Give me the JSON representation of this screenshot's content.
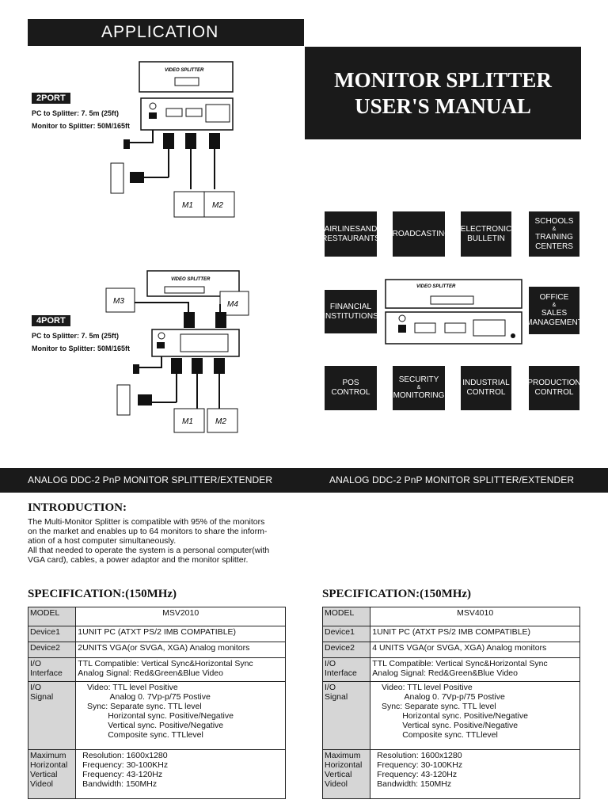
{
  "cover": {
    "application_label": "APPLICATION",
    "title_line1": "MONITOR SPLITTER",
    "title_line2": "USER'S MANUAL",
    "port2": {
      "badge": "2PORT",
      "line1": "PC to Splitter: 7. 5m (25ft)",
      "line2": "Monitor to Splitter: 50M/165ft",
      "monitor_labels": [
        "M1",
        "M2"
      ]
    },
    "port4": {
      "badge": "4PORT",
      "line1": "PC to Splitter: 7. 5m (25ft)",
      "line2": "Monitor to Splitter: 50M/165ft",
      "monitor_labels": [
        "M3",
        "M4",
        "M1",
        "M2"
      ]
    },
    "device_label": "VIDEO SPLITTER",
    "categories": [
      {
        "l1": "AIRLINESAND",
        "l2": "RESTAURANTS"
      },
      {
        "l1": "BROADCASTING"
      },
      {
        "l1": "ELECTRONIC",
        "l2": "BULLETIN"
      },
      {
        "l1": "SCHOOLS",
        "amp": "&",
        "l2": "TRAINING",
        "l3": "CENTERS"
      },
      {
        "l1": "FINANCIAL",
        "l2": "INSTITUTIONS"
      },
      {
        "l1": "OFFICE",
        "amp": "&",
        "l2": "SALES",
        "l3": "MANAGEMENT"
      },
      {
        "l1": "POS",
        "l2": "CONTROL"
      },
      {
        "l1": "SECURITY",
        "amp": "&",
        "l2": "MONITORING"
      },
      {
        "l1": "INDUSTRIAL",
        "l2": "CONTROL"
      },
      {
        "l1": "PRODUCTION",
        "l2": "CONTROL"
      }
    ]
  },
  "band": {
    "left": "ANALOG DDC-2 PnP MONITOR SPLITTER/EXTENDER",
    "right": "ANALOG DDC-2 PnP MONITOR SPLITTER/EXTENDER"
  },
  "intro": {
    "heading": "INTRODUCTION:",
    "lines": [
      "The Multi-Monitor Splitter is compatible with 95% of the monitors",
      "on the market and enables up to 64 monitors to share the inform-",
      "ation of a host computer simultaneously.",
      "All that needed to operate the system is a personal computer(with",
      "VGA card), cables, a power adaptor and the monitor splitter."
    ]
  },
  "spec_left": {
    "heading": "SPECIFICATION:(150MHz)",
    "model_label": "MODEL",
    "model_value": "MSV2010",
    "device1_label": "Device1",
    "device1_value": "1UNIT PC (ATXT PS/2 IMB COMPATIBLE)",
    "device2_label": "Device2",
    "device2_value": "2UNITS VGA(or SVGA, XGA) Analog monitors",
    "io_interface_label": "I/O\nInterface",
    "io_interface_value": "TTL Compatible: Vertical Sync&Horizontal Sync\nAnalog Signal: Red&Green&Blue Video",
    "io_signal_label": "I/O\nSignal",
    "io_signal_value": "    Video: TTL level Positive\n              Analog 0. 7Vp-p/75 Postive\n    Sync: Separate sync. TTL level\n             Horizontal sync. Positive/Negative\n             Vertical sync. Positive/Negative\n             Composite sync. TTLlevel",
    "max_label": "Maximum\nHorizontal\nVertical\nVideol",
    "max_value": "  Resolution: 1600x1280\n  Frequency: 30-100KHz\n  Frequency: 43-120Hz\n  Bandwidth: 150MHz"
  },
  "spec_right": {
    "heading": "SPECIFICATION:(150MHz)",
    "model_label": "MODEL",
    "model_value": "MSV4010",
    "device1_label": "Device1",
    "device1_value": "1UNIT PC (ATXT PS/2 IMB COMPATIBLE)",
    "device2_label": "Device2",
    "device2_value": "4 UNITS VGA(or SVGA, XGA) Analog monitors",
    "io_interface_label": "I/O\nInterface",
    "io_interface_value": "TTL Compatible: Vertical Sync&Horizontal Sync\nAnalog Signal: Red&Green&Blue Video",
    "io_signal_label": "I/O\nSignal",
    "io_signal_value": "    Video: TTL level Positive\n              Analog 0. 7Vp-p/75 Postive\n    Sync: Separate sync. TTL level\n             Horizontal sync. Positive/Negative\n             Vertical sync. Positive/Negative\n             Composite sync. TTLlevel",
    "max_label": "Maximum\nHorizontal\nVertical\nVideol",
    "max_value": "  Resolution: 1600x1280\n  Frequency: 30-100KHz\n  Frequency: 43-120Hz\n  Bandwidth: 150MHz"
  }
}
